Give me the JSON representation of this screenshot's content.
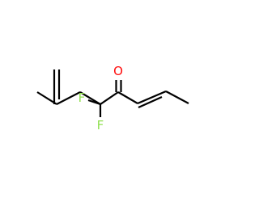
{
  "structure": {
    "atoms": [
      {
        "id": "c1",
        "symbol": "C"
      },
      {
        "id": "c2",
        "symbol": "C"
      },
      {
        "id": "c3",
        "symbol": "C"
      },
      {
        "id": "c4",
        "symbol": "C"
      },
      {
        "id": "c5",
        "symbol": "C"
      },
      {
        "id": "c6",
        "symbol": "C"
      },
      {
        "id": "c7",
        "symbol": "C"
      },
      {
        "id": "c8",
        "symbol": "C"
      },
      {
        "id": "c9",
        "symbol": "C"
      },
      {
        "id": "o1",
        "symbol": "O",
        "label": "O",
        "color": "#ff0d0d"
      },
      {
        "id": "f1",
        "symbol": "F",
        "label": "F",
        "color": "#90e050"
      },
      {
        "id": "f2",
        "symbol": "F",
        "label": "F",
        "color": "#90e050"
      }
    ],
    "bonds": [
      {
        "from": "c1",
        "to": "c2",
        "order": 1
      },
      {
        "from": "c2",
        "to": "c3",
        "order": 2
      },
      {
        "from": "c3",
        "to": "c4",
        "order": 1
      },
      {
        "from": "c4",
        "to": "o1",
        "order": 2
      },
      {
        "from": "c4",
        "to": "c5",
        "order": 1
      },
      {
        "from": "c5",
        "to": "f1",
        "order": 1
      },
      {
        "from": "c5",
        "to": "f2",
        "order": 1
      },
      {
        "from": "c5",
        "to": "c6",
        "order": 1
      },
      {
        "from": "c6",
        "to": "c7",
        "order": 1
      },
      {
        "from": "c7",
        "to": "c8",
        "order": 2
      },
      {
        "from": "c7",
        "to": "c9",
        "order": 1
      }
    ]
  }
}
